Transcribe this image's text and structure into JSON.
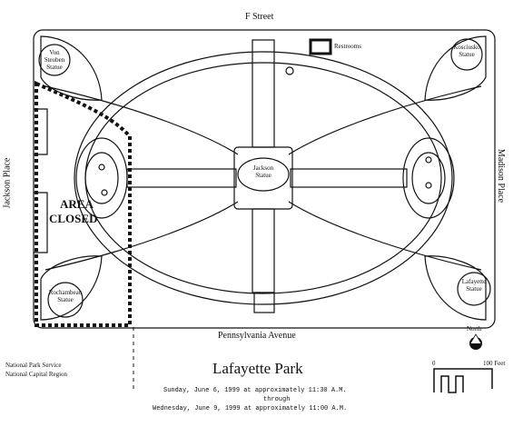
{
  "map": {
    "title": "Lafayette Park",
    "streets": {
      "north": "F Street",
      "south": "Pennsylvania Avenue",
      "west": "Jackson Place",
      "east": "Madison Place"
    },
    "landmarks": {
      "jackson_statue": "Jackson Statue",
      "von_steuben_statue": "Von Steuben Statue",
      "kosciusko_statue": "Kosciusko Statue",
      "rochambeau_statue": "Rochambeau Statue",
      "lafayette_statue": "Lafayette Statue",
      "restrooms": "Restrooms"
    },
    "closed_area": {
      "line1": "AREA",
      "line2": "CLOSED"
    },
    "schedule": {
      "line1": "Sunday, June 6, 1999 at approximately 11:30 A.M.",
      "line2": "through",
      "line3": "Wednesday, June 9, 1999 at approximately 11:00 A.M."
    },
    "credit": {
      "line1": "National Park Service",
      "line2": "National Capital Region"
    },
    "north_label": "North",
    "scale": {
      "start": "0",
      "end": "100 Feet"
    }
  }
}
